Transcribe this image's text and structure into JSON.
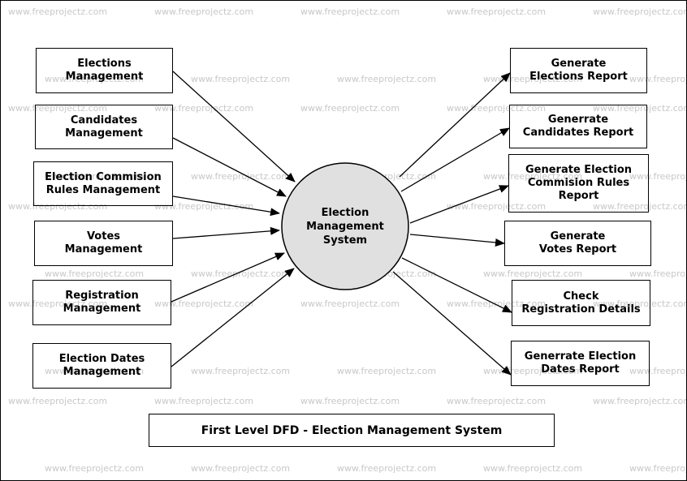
{
  "watermark": "www.freeprojectz.com",
  "title": "First Level DFD - Election Management System",
  "process": {
    "label": "Election\nManagement\nSystem",
    "fill": "#e0e0e0"
  },
  "inputs": [
    {
      "id": "elections-management",
      "label": "Elections\nManagement"
    },
    {
      "id": "candidates-management",
      "label": "Candidates\nManagement"
    },
    {
      "id": "election-commision-rules-management",
      "label": "Election Commision\nRules Management"
    },
    {
      "id": "votes-management",
      "label": "Votes\nManagement"
    },
    {
      "id": "registration-management",
      "label": "Registration\nManagement"
    },
    {
      "id": "election-dates-management",
      "label": "Election Dates\nManagement"
    }
  ],
  "outputs": [
    {
      "id": "generate-elections-report",
      "label": "Generate\nElections Report"
    },
    {
      "id": "generrate-candidates-report",
      "label": "Generrate\nCandidates Report"
    },
    {
      "id": "generate-election-commision-rules-report",
      "label": "Generate Election\nCommision Rules\nReport"
    },
    {
      "id": "generate-votes-report",
      "label": "Generate\nVotes Report"
    },
    {
      "id": "check-registration-details",
      "label": "Check\nRegistration Details"
    },
    {
      "id": "generrate-election-dates-report",
      "label": "Generrate Election\nDates Report"
    }
  ]
}
